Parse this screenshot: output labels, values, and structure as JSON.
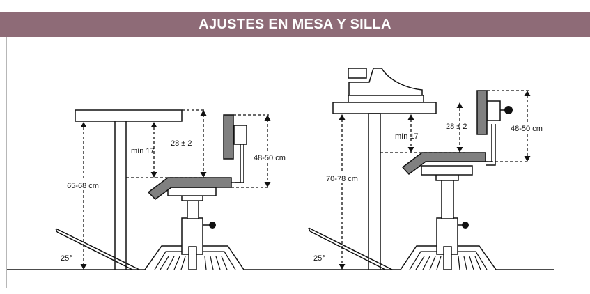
{
  "header": {
    "title": "AJUSTES EN MESA Y SILLA"
  },
  "left_setup": {
    "table_height": "65-68 cm",
    "knee_clearance": "mín 17",
    "desk_to_seat": "28 ± 2",
    "backrest_height": "48-50 cm",
    "footrest_angle": "25°"
  },
  "right_setup": {
    "table_height": "70-78 cm",
    "knee_clearance": "mín 17",
    "desk_to_seat": "28 ± 2",
    "backrest_height": "48-50 cm",
    "footrest_angle": "25°"
  },
  "colors": {
    "header_bg": "#8e6b77",
    "seat_gray": "#808080",
    "line": "#111111"
  }
}
